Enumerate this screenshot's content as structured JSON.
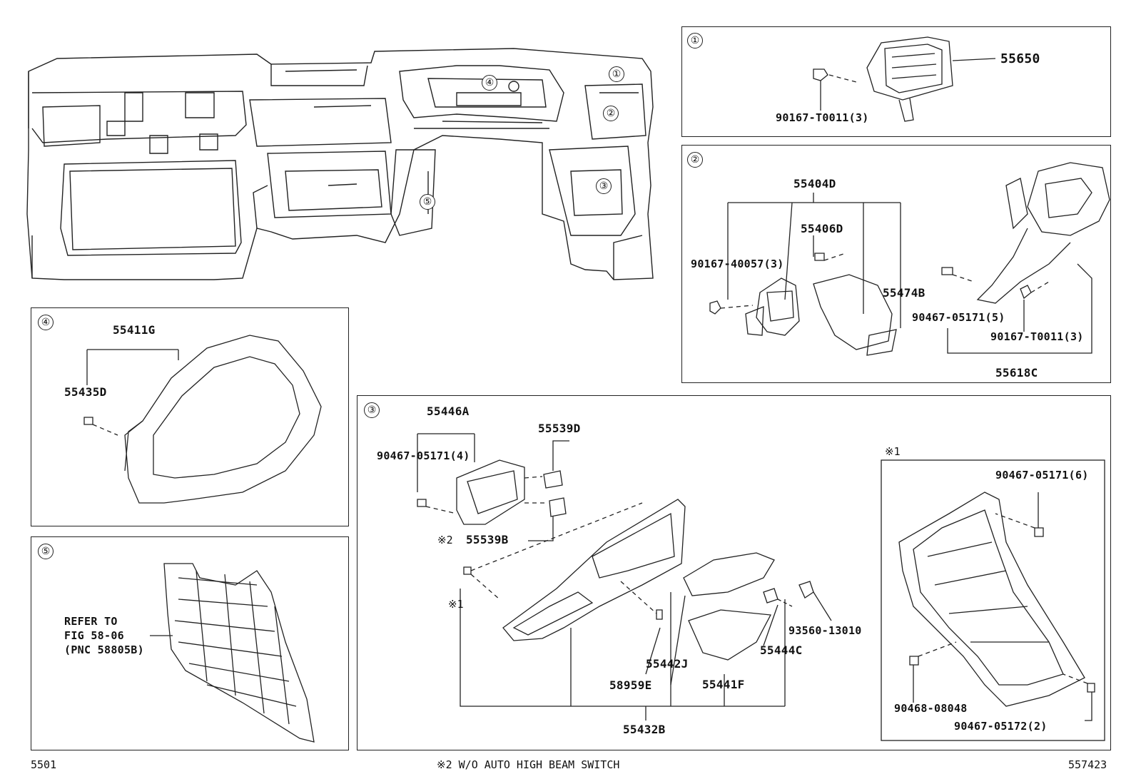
{
  "panel_numbers": [
    "①",
    "②",
    "③",
    "④",
    "⑤"
  ],
  "main_callouts": [
    "①",
    "②",
    "③",
    "④",
    "⑤"
  ],
  "panel1": {
    "parts": [
      "55650",
      "90167-T0011(3)"
    ]
  },
  "panel2": {
    "parts": [
      "55404D",
      "55406D",
      "90167-40057(3)",
      "55474B",
      "90467-05171(5)",
      "90167-T0011(3)",
      "55618C"
    ]
  },
  "panel3": {
    "parts": [
      "55446A",
      "55539D",
      "90467-05171(4)",
      "55539B",
      "58959E",
      "55442J",
      "55441F",
      "55444C",
      "93560-13010",
      "55432B"
    ],
    "mark1": "※1",
    "mark2": "※2",
    "sub_mark": "※1",
    "sub_parts": [
      "90467-05171(6)",
      "90468-08048",
      "90467-05172(2)"
    ]
  },
  "panel4": {
    "parts": [
      "55411G",
      "55435D"
    ]
  },
  "panel5": {
    "refer_lines": [
      "REFER TO",
      "FIG 58-06",
      "(PNC 58805B)"
    ]
  },
  "footer": {
    "left": "5501",
    "center": "※2 W/O AUTO HIGH BEAM SWITCH",
    "right": "557423"
  }
}
